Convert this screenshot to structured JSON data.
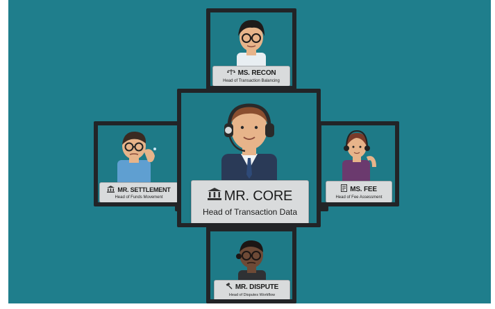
{
  "colors": {
    "background": "#1f7e8c",
    "frame": "#222427",
    "label_bg": "#d9dbdc"
  },
  "center": {
    "name": "MR. CORE",
    "role": "Head of Transaction Data",
    "icon": "bank-icon"
  },
  "top": {
    "name": "MS. RECON",
    "role": "Head of Transaction Balancing",
    "icon": "balance-icon"
  },
  "left": {
    "name": "MR. SETTLEMENT",
    "role": "Head of Funds Movement",
    "icon": "bank-icon"
  },
  "right": {
    "name": "MS. FEE",
    "role": "Head of Fee Assessment",
    "icon": "document-icon"
  },
  "bottom": {
    "name": "MR. DISPUTE",
    "role": "Head of Disputes Workflow",
    "icon": "gavel-icon"
  }
}
